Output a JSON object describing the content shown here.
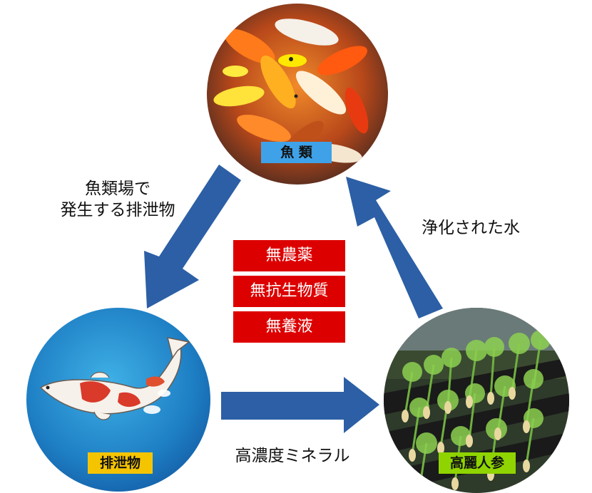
{
  "nodes": {
    "fish": {
      "label": "魚 類",
      "tag_color": "#3fa2e8"
    },
    "waste": {
      "label": "排泄物",
      "tag_color": "#f5c400"
    },
    "plant": {
      "label": "高麗人参",
      "tag_color": "#8fd400"
    }
  },
  "edges": {
    "fish_to_waste": {
      "line1": "魚類場で",
      "line2": "発生する排泄物"
    },
    "waste_to_plant": {
      "label": "高濃度ミネラル"
    },
    "plant_to_fish": {
      "label": "浄化された水"
    }
  },
  "badges": [
    "無農薬",
    "無抗生物質",
    "無養液"
  ],
  "colors": {
    "arrow": "#2c5fa5",
    "badge": "#dd0000"
  }
}
